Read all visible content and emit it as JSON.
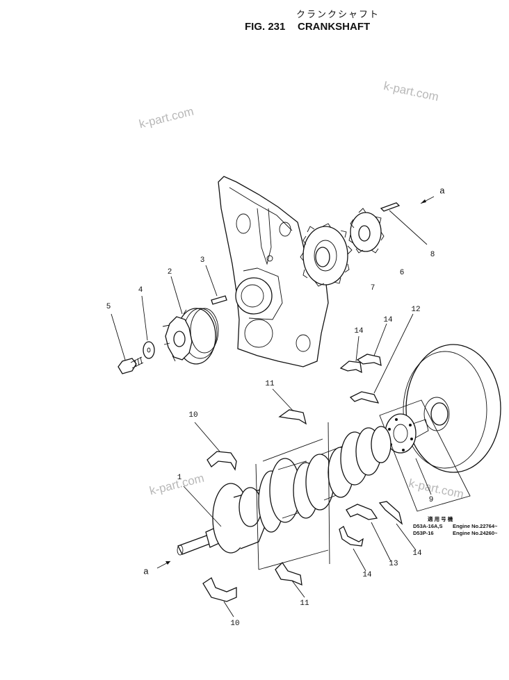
{
  "header": {
    "title_jp": "クランクシャフト",
    "fig_number": "FIG. 231",
    "fig_name": "CRANKSHAFT"
  },
  "watermarks": [
    "k-part.com",
    "k-part.com",
    "k-part.com",
    "k-part.com"
  ],
  "callouts": {
    "c1": "1",
    "c2": "2",
    "c3": "3",
    "c4": "4",
    "c5": "5",
    "c6": "6",
    "c7": "7",
    "c8": "8",
    "c9": "9",
    "c10a": "10",
    "c10b": "10",
    "c11a": "11",
    "c11b": "11",
    "c12": "12",
    "c13": "13",
    "c14a": "14",
    "c14b": "14",
    "c14c": "14",
    "c14d": "14",
    "a_top": "a",
    "a_bottom": "a"
  },
  "applicability": {
    "header": "適 用 号 機",
    "row1_model": "D53A-16A,S",
    "row1_engine": "Engine No.22764~",
    "row2_model": "D53P-16",
    "row2_engine": "Engine No.24260~"
  }
}
